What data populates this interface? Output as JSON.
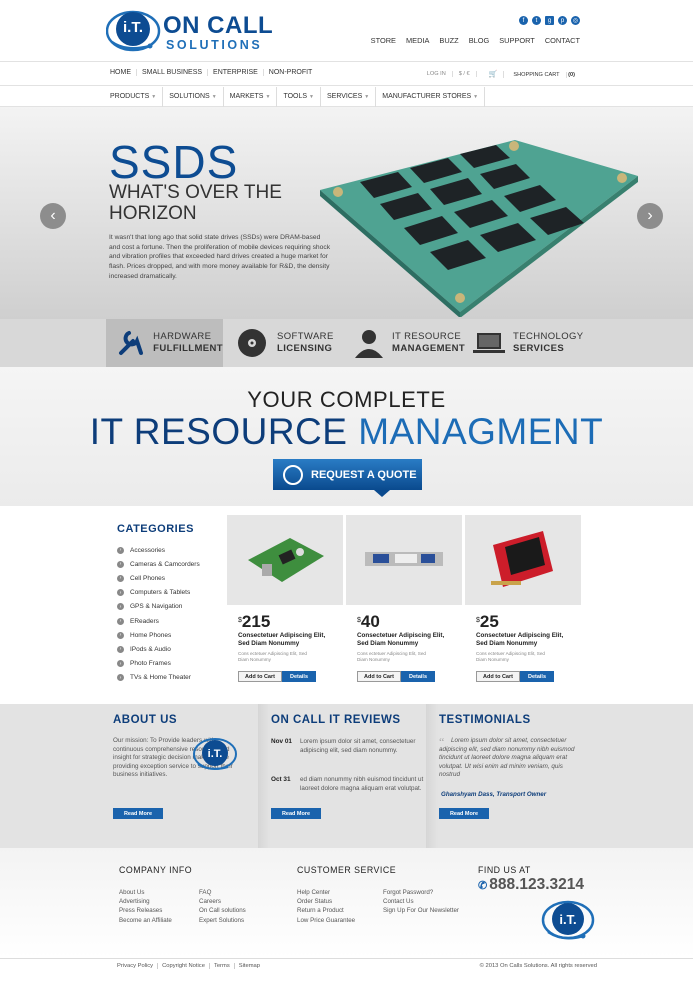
{
  "brand": {
    "name_top": "ON CALL",
    "name_bottom": "SOLUTIONS",
    "mark": "i.T."
  },
  "top_nav": [
    "STORE",
    "MEDIA",
    "BUZZ",
    "BLOG",
    "SUPPORT",
    "CONTACT"
  ],
  "nav1": {
    "left": [
      "HOME",
      "SMALL BUSINESS",
      "ENTERPRISE",
      "NON-PROFIT"
    ],
    "login": "LOG IN",
    "currency": "$ / €",
    "cart_label": "SHOPPING CART",
    "cart_count": "(0)"
  },
  "nav2": [
    "PRODUCTS",
    "SOLUTIONS",
    "MARKETS",
    "TOOLS",
    "SERVICES",
    "MANUFACTURER STORES"
  ],
  "hero": {
    "title": "SSDS",
    "subtitle_line1": "WHAT'S OVER THE",
    "subtitle_line2": "HORIZON",
    "body": "It wasn't that long ago that solid state drives (SSDs) were DRAM-based and cost a fortune. Then the proliferation of mobile devices requiring shock and vibration profiles that exceeded hard drives created a huge market for flash. Prices dropped, and with more money available for R&D, the density increased dramatically."
  },
  "tabs": [
    {
      "line1": "HARDWARE",
      "line2": "FULFILLMENT"
    },
    {
      "line1": "SOFTWARE",
      "line2": "LICENSING"
    },
    {
      "line1": "IT RESOURCE",
      "line2": "MANAGEMENT"
    },
    {
      "line1": "TECHNOLOGY",
      "line2": "SERVICES"
    }
  ],
  "it_resource": {
    "line1": "YOUR COMPLETE",
    "line2_main": "IT RESOURCE",
    "line2_accent": "MANAGMENT",
    "cta": "REQUEST A QUOTE"
  },
  "categories": {
    "title": "CATEGORIES",
    "items": [
      "Accessories",
      "Cameras & Camcorders",
      "Cell Phones",
      "Computers & Tablets",
      "GPS & Navigation",
      "EReaders",
      "Home Phones",
      "IPods & Audio",
      "Photo Frames",
      "TVs & Home Theater"
    ]
  },
  "products": [
    {
      "currency": "$",
      "price": "215",
      "name": "Consectetuer Adipiscing Elit, Sed Diam Nonummy",
      "desc": "Cons ectetuer Adipiscing Elit, Sed Diam Nonummy",
      "cart": "Add to Cart",
      "details": "Details"
    },
    {
      "currency": "$",
      "price": "40",
      "name": "Consectetuer Adipiscing Elit, Sed Diam Nonummy",
      "desc": "Cons ectetuer Adipiscing Elit, Sed Diam Nonummy",
      "cart": "Add to Cart",
      "details": "Details"
    },
    {
      "currency": "$",
      "price": "25",
      "name": "Consectetuer Adipiscing Elit, Sed Diam Nonummy",
      "desc": "Cons ectetuer Adipiscing Elit, Sed Diam Nonummy",
      "cart": "Add to Cart",
      "details": "Details"
    }
  ],
  "about": {
    "title": "ABOUT US",
    "text": "Our mission: To Provide leaders with continuous comprehensive resources and insight for strategic decision making while providing exception service to support their business initiatives.",
    "readmore": "Read More"
  },
  "reviews": {
    "title": "ON CALL IT REVIEWS",
    "items": [
      {
        "date": "Nov 01",
        "text": "Lorem ipsum dolor sit amet, consectetuer adipiscing elit, sed diam nonummy."
      },
      {
        "date": "Oct 31",
        "text": "ed diam nonummy nibh euismod tincidunt ut laoreet dolore magna aliquam erat volutpat."
      }
    ],
    "readmore": "Read More"
  },
  "testimonials": {
    "title": "TESTIMONIALS",
    "text": "Lorem ipsum dolor sit amet, consectetuer adipiscing elit, sed diam nonummy nibh euismod tincidunt ut laoreet dolore magna aliquam erat volutpat. Ut wisi enim ad minim veniam, quis nostrud",
    "author": "Ghanshyam Dass, Transport Owner",
    "readmore": "Read More"
  },
  "footer": {
    "company_title": "COMPANY INFO",
    "company_col1": [
      "About Us",
      "Advertising",
      "Press Releases",
      "Become an Affiliate"
    ],
    "company_col2": [
      "FAQ",
      "Careers",
      "On Call solutions",
      "Expert Solutions"
    ],
    "service_title": "CUSTOMER SERVICE",
    "service_col1": [
      "Help Center",
      "Order Status",
      "Return a Product",
      "Low Price Guarantee"
    ],
    "service_col2": [
      "Forgot Password?",
      "Contact Us",
      "Sign Up For Our Newsletter"
    ],
    "findus_title": "FIND US AT",
    "phone": "888.123.3214"
  },
  "bottom": {
    "links": [
      "Privacy Policy",
      "Copyright Notice",
      "Terms",
      "Sitemap"
    ],
    "copyright": "© 2013 On Calls Solutions. All rights reserved"
  },
  "colors": {
    "brand_dark": "#0d3d7a",
    "brand": "#0d4c92",
    "accent": "#1a63ad"
  }
}
